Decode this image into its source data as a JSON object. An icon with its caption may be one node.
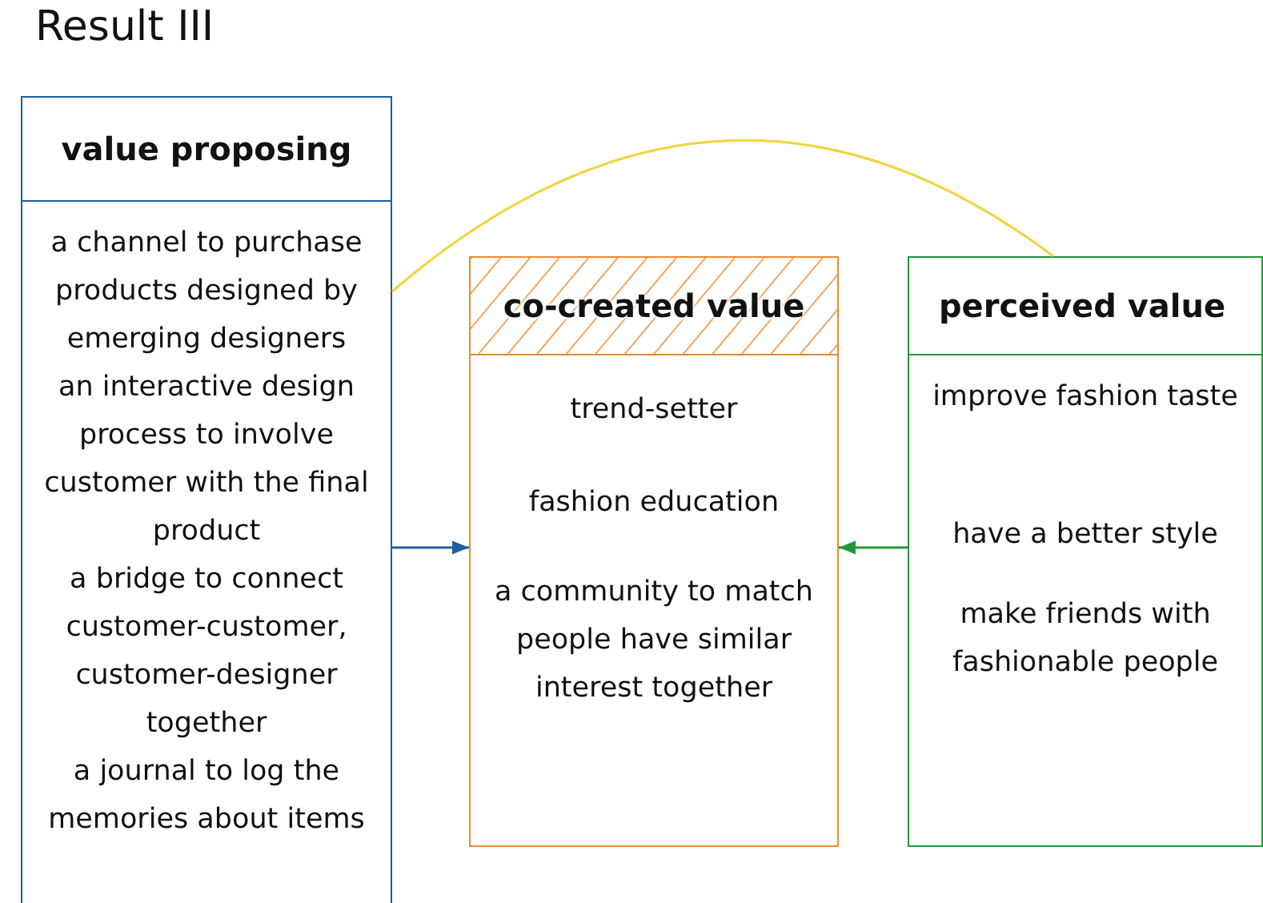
{
  "diagram": {
    "title": "Result III",
    "nodes": [
      {
        "text": [
          "value proposing",
          "a channel to purchase products designed by emerging designers",
          "an interactive design process to involve customer with the final product",
          "a bridge to connect customer-customer, customer-designer together",
          "a journal to log the memories about items"
        ]
      },
      {
        "text": [
          "co-created value",
          "trend-setter",
          "fashion education",
          "a community to match people have similar interest together"
        ]
      },
      {
        "text": [
          "perceived value",
          "improve fashion taste",
          "have a better style",
          "make friends with fashionable people"
        ]
      }
    ],
    "edges": [
      {
        "from": 0,
        "to": 1,
        "arrow": "to",
        "color": "#1f5fa0"
      },
      {
        "from": 2,
        "to": 1,
        "arrow": "to",
        "color": "#1f9a3a"
      },
      {
        "from": 0,
        "to": 2,
        "arrow": "none",
        "color": "#f2d43a"
      }
    ]
  }
}
